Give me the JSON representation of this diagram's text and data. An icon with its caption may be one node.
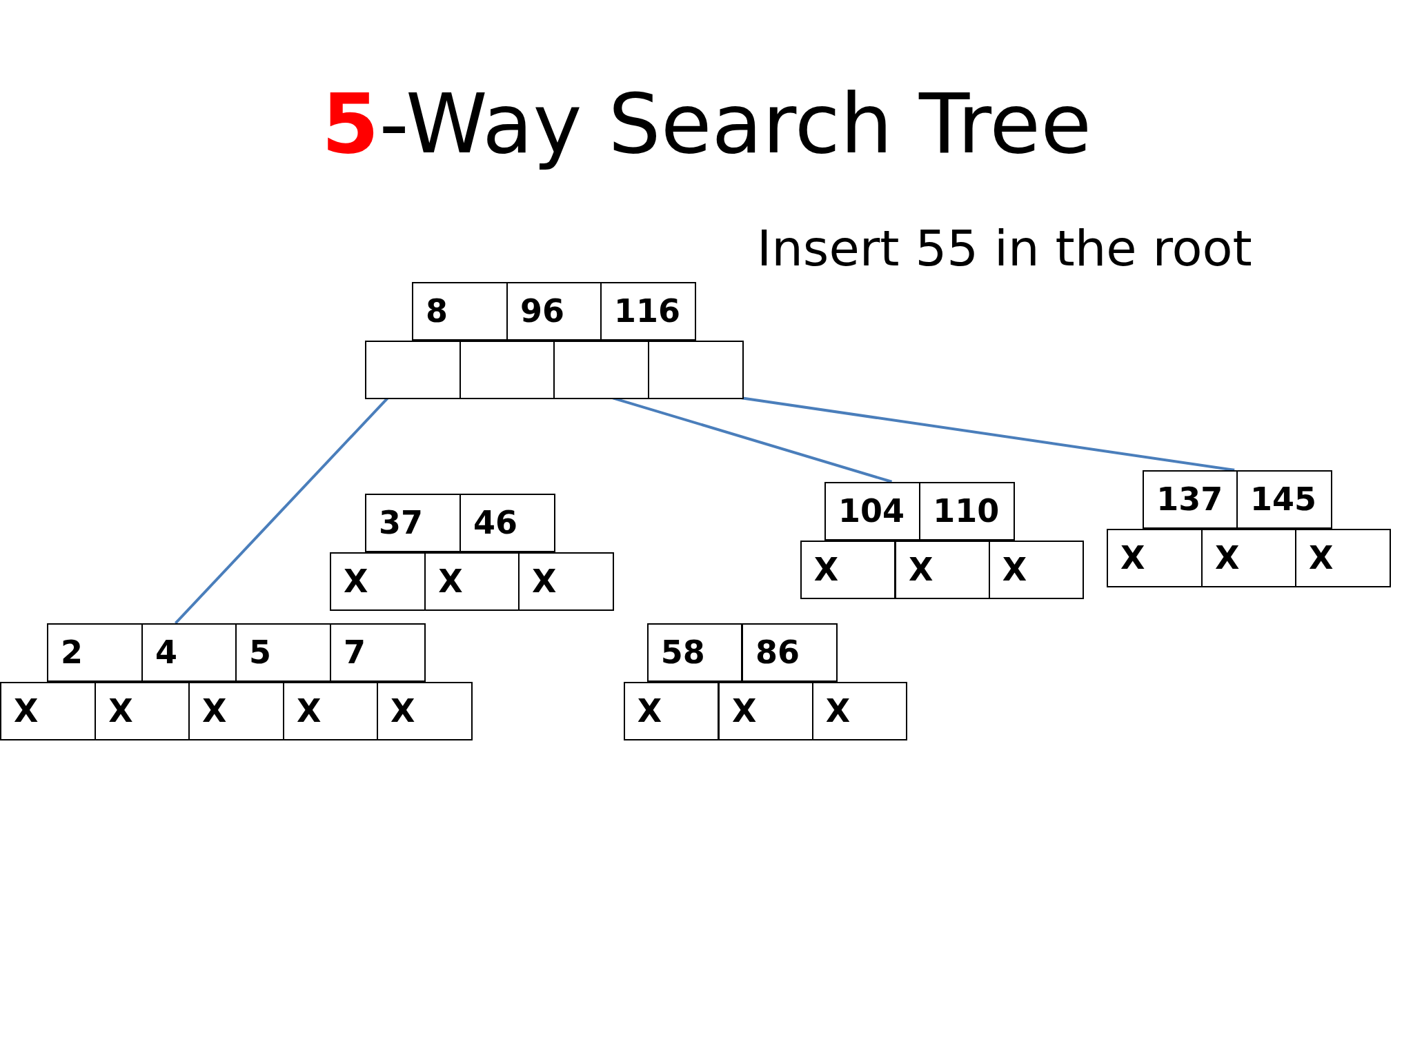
{
  "diagram": {
    "title": "5-Way Search Tree",
    "nodes": [
      {
        "text": [
          "8"
        ]
      },
      {
        "text": [
          "96"
        ]
      },
      {
        "text": [
          "116"
        ]
      },
      {
        "text": [],
        "shape": "box"
      },
      {
        "text": [],
        "shape": "box"
      },
      {
        "text": [],
        "shape": "box"
      },
      {
        "text": [],
        "shape": "box"
      },
      {
        "text": [
          "37"
        ]
      },
      {
        "text": [
          "46"
        ]
      },
      {
        "text": [
          "X"
        ]
      },
      {
        "text": [
          "X"
        ]
      },
      {
        "text": [
          "X"
        ]
      },
      {
        "text": [
          "104"
        ]
      },
      {
        "text": [
          "110"
        ]
      },
      {
        "text": [
          "X"
        ]
      },
      {
        "text": [
          "X"
        ]
      },
      {
        "text": [
          "X"
        ]
      },
      {
        "text": [
          "137"
        ]
      },
      {
        "text": [
          "145"
        ]
      },
      {
        "text": [
          "X"
        ]
      },
      {
        "text": [
          "X"
        ]
      },
      {
        "text": [
          "X"
        ]
      },
      {
        "text": [
          "2"
        ]
      },
      {
        "text": [
          "4"
        ]
      },
      {
        "text": [
          "5"
        ]
      },
      {
        "text": [
          "7"
        ]
      },
      {
        "text": [
          "X"
        ]
      },
      {
        "text": [
          "X"
        ]
      },
      {
        "text": [
          "X"
        ]
      },
      {
        "text": [
          "X"
        ]
      },
      {
        "text": [
          "X"
        ]
      },
      {
        "text": [
          "58"
        ]
      },
      {
        "text": [
          "86"
        ]
      },
      {
        "text": [
          "X"
        ]
      },
      {
        "text": [
          "X"
        ]
      },
      {
        "text": [
          "X"
        ]
      }
    ],
    "edges": [
      {
        "from": 3,
        "to": 23,
        "arrow": "none"
      },
      {
        "from": 5,
        "to": 12,
        "arrow": "none"
      },
      {
        "from": 6,
        "to": 17,
        "arrow": "none"
      }
    ],
    "labels": [
      "Insert 55 in the root"
    ]
  }
}
